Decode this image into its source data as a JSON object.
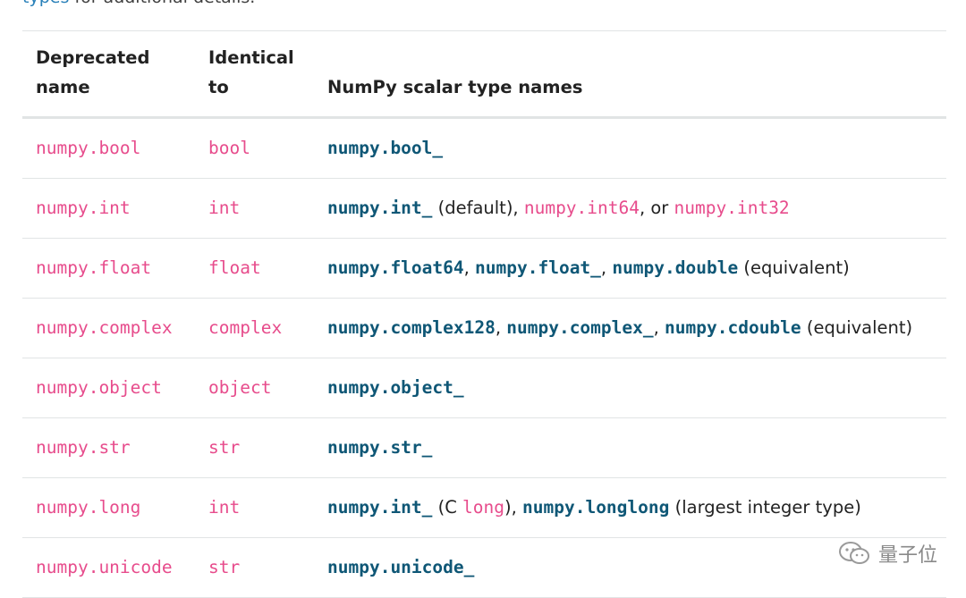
{
  "intro": {
    "link_text": "types",
    "rest_text": " for additional details."
  },
  "table": {
    "headers": {
      "deprecated_line1": "Deprecated",
      "deprecated_line2": "name",
      "identical_line1": "Identical",
      "identical_line2": "to",
      "numpy": "NumPy scalar type names"
    },
    "rows": [
      {
        "deprecated": "numpy.bool",
        "identical": "bool",
        "numpy": [
          {
            "text": "numpy.bool_",
            "style": "ref"
          }
        ]
      },
      {
        "deprecated": "numpy.int",
        "identical": "int",
        "numpy": [
          {
            "text": "numpy.int_",
            "style": "ref"
          },
          {
            "text": " (default), ",
            "style": "plain"
          },
          {
            "text": "numpy.int64",
            "style": "code"
          },
          {
            "text": ", or ",
            "style": "plain"
          },
          {
            "text": "numpy.int32",
            "style": "code"
          }
        ]
      },
      {
        "deprecated": "numpy.float",
        "identical": "float",
        "numpy": [
          {
            "text": "numpy.float64",
            "style": "ref"
          },
          {
            "text": ", ",
            "style": "plain"
          },
          {
            "text": "numpy.float_",
            "style": "ref"
          },
          {
            "text": ", ",
            "style": "plain"
          },
          {
            "text": "numpy.double",
            "style": "ref"
          },
          {
            "text": " (equivalent)",
            "style": "plain"
          }
        ]
      },
      {
        "deprecated": "numpy.complex",
        "identical": "complex",
        "numpy": [
          {
            "text": "numpy.complex128",
            "style": "ref"
          },
          {
            "text": ", ",
            "style": "plain"
          },
          {
            "text": "numpy.complex_",
            "style": "ref"
          },
          {
            "text": ", ",
            "style": "plain"
          },
          {
            "text": "numpy.cdouble",
            "style": "ref"
          },
          {
            "text": " (equivalent)",
            "style": "plain"
          }
        ]
      },
      {
        "deprecated": "numpy.object",
        "identical": "object",
        "numpy": [
          {
            "text": "numpy.object_",
            "style": "ref"
          }
        ]
      },
      {
        "deprecated": "numpy.str",
        "identical": "str",
        "numpy": [
          {
            "text": "numpy.str_",
            "style": "ref"
          }
        ]
      },
      {
        "deprecated": "numpy.long",
        "identical": "int",
        "numpy": [
          {
            "text": "numpy.int_",
            "style": "ref"
          },
          {
            "text": " (C ",
            "style": "plain"
          },
          {
            "text": "long",
            "style": "code"
          },
          {
            "text": "), ",
            "style": "plain"
          },
          {
            "text": "numpy.longlong",
            "style": "ref"
          },
          {
            "text": " (largest integer type)",
            "style": "plain"
          }
        ]
      },
      {
        "deprecated": "numpy.unicode",
        "identical": "str",
        "numpy": [
          {
            "text": "numpy.unicode_",
            "style": "ref"
          }
        ]
      }
    ]
  },
  "watermark": {
    "text": "量子位",
    "icon": "wechat-icon"
  },
  "colors": {
    "code_pink": "#e74c8c",
    "ref_blue": "#0f5776",
    "link_blue": "#2980b9",
    "border": "#e1e4e5"
  }
}
